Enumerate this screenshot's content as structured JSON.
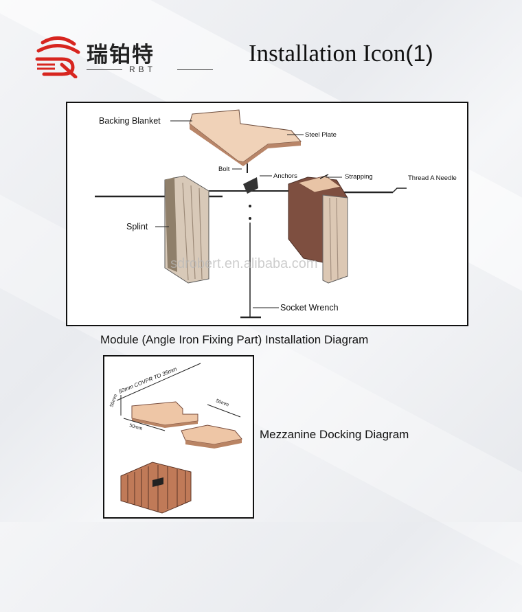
{
  "logo": {
    "chinese": "瑞铂特",
    "latin": "RBT"
  },
  "title": {
    "text": "Installation Icon",
    "number": "(1)"
  },
  "diagram1": {
    "labels": {
      "backing_blanket": "Backing Blanket",
      "steel_plate": "Steel Plate",
      "bolt": "Bolt",
      "anchors": "Anchors",
      "strapping": "Strapping",
      "thread_needle": "Thread A Needle",
      "splint": "Splint",
      "socket_wrench": "Socket Wrench"
    },
    "watermark": "sdrobert.en.alibaba.com",
    "caption": "Module (Angle Iron Fixing Part) Installation Diagram"
  },
  "diagram2": {
    "labels": {
      "cover": "50mm COVPR TO 35mm",
      "dim_left_vertical": "50mm",
      "dim_left_horizontal": "50mm",
      "dim_right": "50mm"
    },
    "caption": "Mezzanine Docking Diagram"
  },
  "colors": {
    "logo_red": "#d7251f",
    "block_face": "#f0d2b8",
    "block_side": "#c99a7c",
    "block_dark": "#7a4e3e"
  }
}
